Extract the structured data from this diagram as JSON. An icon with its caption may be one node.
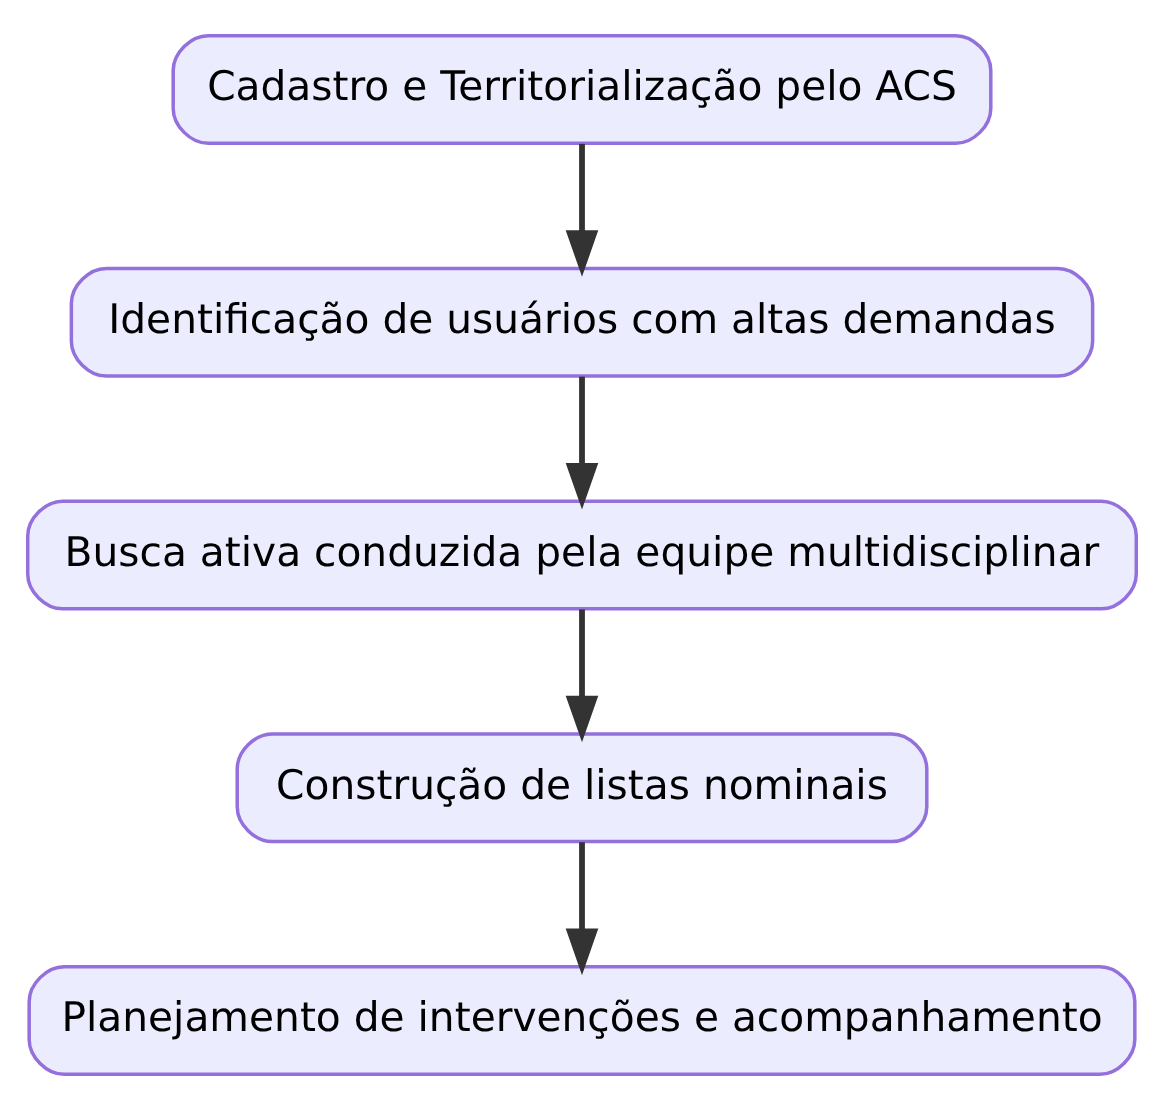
{
  "diagram": {
    "nodes": [
      {
        "text": [
          "Cadastro e Territorialização pelo ACS"
        ]
      },
      {
        "text": [
          "Identificação de usuários com altas demandas"
        ]
      },
      {
        "text": [
          "Busca ativa conduzida pela equipe multidisciplinar"
        ]
      },
      {
        "text": [
          "Construção de listas nominais"
        ]
      },
      {
        "text": [
          "Planejamento de intervenções e acompanhamento"
        ]
      }
    ],
    "edges": [
      {
        "from": 0,
        "to": 1,
        "arrow": "to"
      },
      {
        "from": 1,
        "to": 2,
        "arrow": "to"
      },
      {
        "from": 2,
        "to": 3,
        "arrow": "to"
      },
      {
        "from": 3,
        "to": 4,
        "arrow": "to"
      }
    ]
  }
}
